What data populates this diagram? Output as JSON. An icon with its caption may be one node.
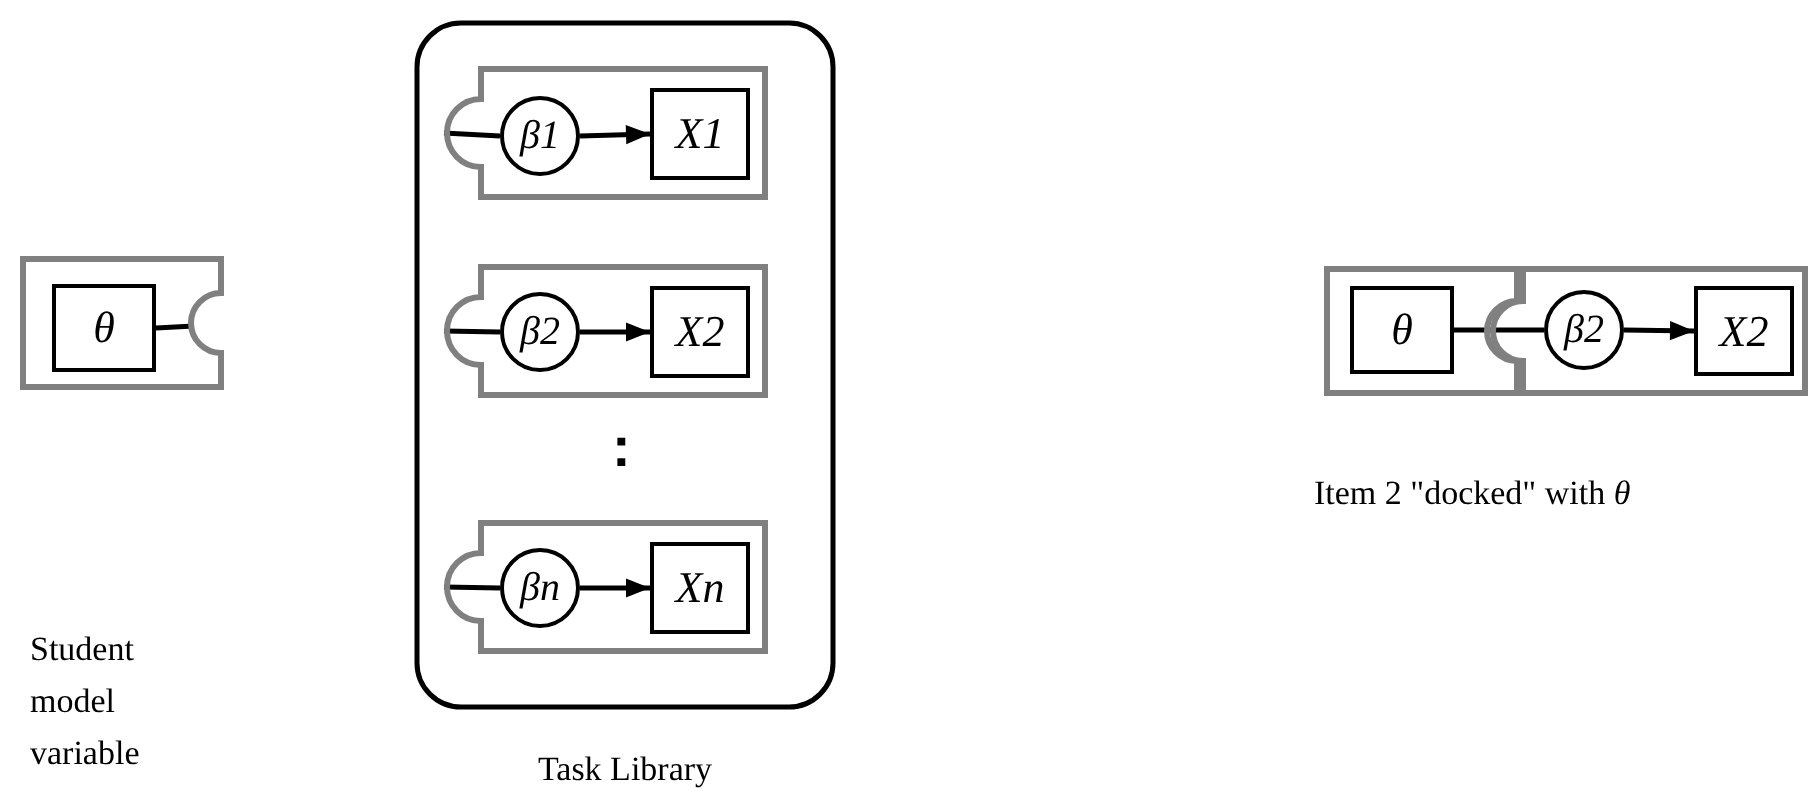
{
  "diagram": {
    "nodes": [
      {
        "text": [],
        "shape": "box"
      },
      {
        "text": [
          "θ"
        ],
        "in": 0
      },
      {
        "text": [
          "Task Library"
        ]
      },
      {
        "text": [],
        "shape": "box",
        "in": 2
      },
      {
        "text": [
          "β1"
        ],
        "in": 3
      },
      {
        "text": [
          "X1"
        ],
        "in": 3
      },
      {
        "text": [],
        "shape": "box",
        "in": 2
      },
      {
        "text": [
          "β2"
        ],
        "in": 6
      },
      {
        "text": [
          "X2"
        ],
        "in": 6
      },
      {
        "text": [],
        "shape": "box",
        "in": 2
      },
      {
        "text": [
          "βn"
        ],
        "in": 9
      },
      {
        "text": [
          "Xn"
        ],
        "in": 9
      },
      {
        "text": [],
        "shape": "box"
      },
      {
        "text": [
          "θ"
        ],
        "in": 12
      },
      {
        "text": [],
        "shape": "box"
      },
      {
        "text": [
          "β2"
        ],
        "in": 14
      },
      {
        "text": [
          "X2"
        ],
        "in": 14
      }
    ],
    "edges": [
      {
        "from": 1,
        "to": null,
        "arrow": "none"
      },
      {
        "from": null,
        "to": 4,
        "arrow": "none"
      },
      {
        "from": 4,
        "to": 5,
        "arrow": "to"
      },
      {
        "from": null,
        "to": 7,
        "arrow": "none"
      },
      {
        "from": 7,
        "to": 8,
        "arrow": "to"
      },
      {
        "from": null,
        "to": 10,
        "arrow": "none"
      },
      {
        "from": 10,
        "to": 11,
        "arrow": "to"
      },
      {
        "from": 13,
        "to": 15,
        "arrow": "none"
      },
      {
        "from": 15,
        "to": 16,
        "arrow": "to"
      }
    ],
    "labels": [
      "Student model variable",
      ":",
      "Item 2 \"docked\" with *θ*"
    ]
  }
}
